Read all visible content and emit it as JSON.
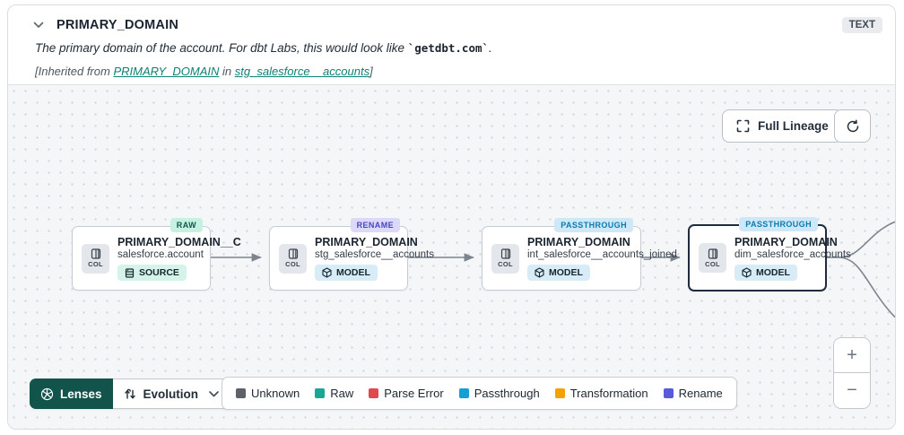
{
  "header": {
    "title": "PRIMARY_DOMAIN",
    "type_badge": "TEXT",
    "description_prefix": "The primary domain of the account. For dbt Labs, this would look like ",
    "description_code": "`getdbt.com`",
    "description_suffix": ".",
    "inherited_prefix": "[Inherited from ",
    "inherited_link_column": "PRIMARY_DOMAIN",
    "inherited_mid": " in ",
    "inherited_link_model": "stg_salesforce__accounts",
    "inherited_suffix": "]"
  },
  "toolbar": {
    "full_lineage_label": "Full Lineage"
  },
  "nodes": [
    {
      "badge": "RAW",
      "col_label": "COL",
      "title": "PRIMARY_DOMAIN__C",
      "subtitle": "salesforce.account",
      "resource": "SOURCE",
      "selected": false
    },
    {
      "badge": "RENAME",
      "col_label": "COL",
      "title": "PRIMARY_DOMAIN",
      "subtitle": "stg_salesforce__accounts",
      "resource": "MODEL",
      "selected": false
    },
    {
      "badge": "PASSTHROUGH",
      "col_label": "COL",
      "title": "PRIMARY_DOMAIN",
      "subtitle": "int_salesforce__accounts_joined",
      "resource": "MODEL",
      "selected": false
    },
    {
      "badge": "PASSTHROUGH",
      "col_label": "COL",
      "title": "PRIMARY_DOMAIN",
      "subtitle": "dim_salesforce_accounts",
      "resource": "MODEL",
      "selected": true
    }
  ],
  "controls": {
    "lenses_label": "Lenses",
    "lens_selected": "Evolution",
    "zoom_in": "+",
    "zoom_out": "−"
  },
  "legend": {
    "items": [
      {
        "label": "Unknown",
        "color": "#5d6269"
      },
      {
        "label": "Raw",
        "color": "#18a795"
      },
      {
        "label": "Parse Error",
        "color": "#e2494d"
      },
      {
        "label": "Passthrough",
        "color": "#13a0d3"
      },
      {
        "label": "Transformation",
        "color": "#f3a009"
      },
      {
        "label": "Rename",
        "color": "#585bd9"
      }
    ]
  },
  "colors": {
    "accent_teal_link": "#0e8174",
    "lenses_bg": "#12544c",
    "canvas_bg": "#f5f6f8",
    "edge": "#7d848e",
    "badge_raw_bg": "#c6f0e0",
    "badge_rename_bg": "#dcd9f8",
    "badge_passthrough_bg": "#cfe8f8",
    "selected_border": "#1e2d3d"
  }
}
